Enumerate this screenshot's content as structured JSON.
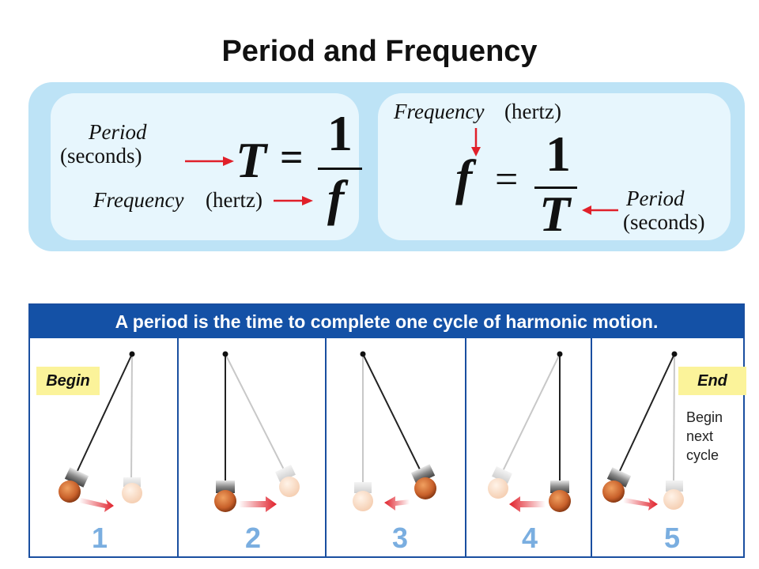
{
  "title": "Period and Frequency",
  "formula_left": {
    "period_label": "Period",
    "period_unit": "(seconds)",
    "symbol_T": "T",
    "equals": "=",
    "numerator": "1",
    "denominator": "f",
    "freq_label": "Frequency",
    "freq_unit": "(hertz)"
  },
  "formula_right": {
    "freq_label": "Frequency",
    "freq_unit": "(hertz)",
    "symbol_f": "f",
    "equals": "=",
    "numerator": "1",
    "denominator": "T",
    "period_label": "Period",
    "period_unit": "(seconds)"
  },
  "panel": {
    "header": "A period is the time to complete one cycle of harmonic motion.",
    "begin_label": "Begin",
    "end_label": "End",
    "note_lines": [
      "Begin",
      "next",
      "cycle"
    ],
    "steps": [
      "1",
      "2",
      "3",
      "4",
      "5"
    ]
  },
  "colors": {
    "arrow_red": "#e0202a",
    "header_blue": "#1451a6",
    "band_blue": "#bde3f6",
    "box_blue": "#e7f6fd",
    "step_number": "#7aaee0",
    "label_yellow": "#fbf39a",
    "bob_orange": "#c8602a"
  }
}
